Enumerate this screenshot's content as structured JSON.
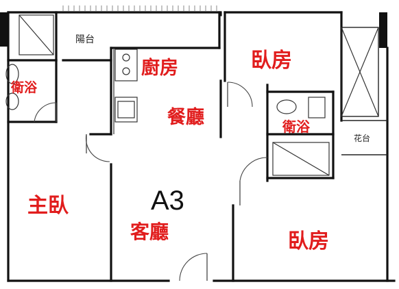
{
  "plan": {
    "unit": "A3",
    "rooms": {
      "master_bedroom": "主臥",
      "living_room": "客廳",
      "dining_room": "餐廳",
      "kitchen": "廚房",
      "bedroom_north": "臥房",
      "bedroom_south": "臥房",
      "bathroom_west": "衛浴",
      "bathroom_east": "衛浴",
      "balcony": "陽台",
      "planter": "花台"
    },
    "colors": {
      "room_label": "#e11d1d",
      "wall": "#111111",
      "background": "#ffffff"
    }
  }
}
